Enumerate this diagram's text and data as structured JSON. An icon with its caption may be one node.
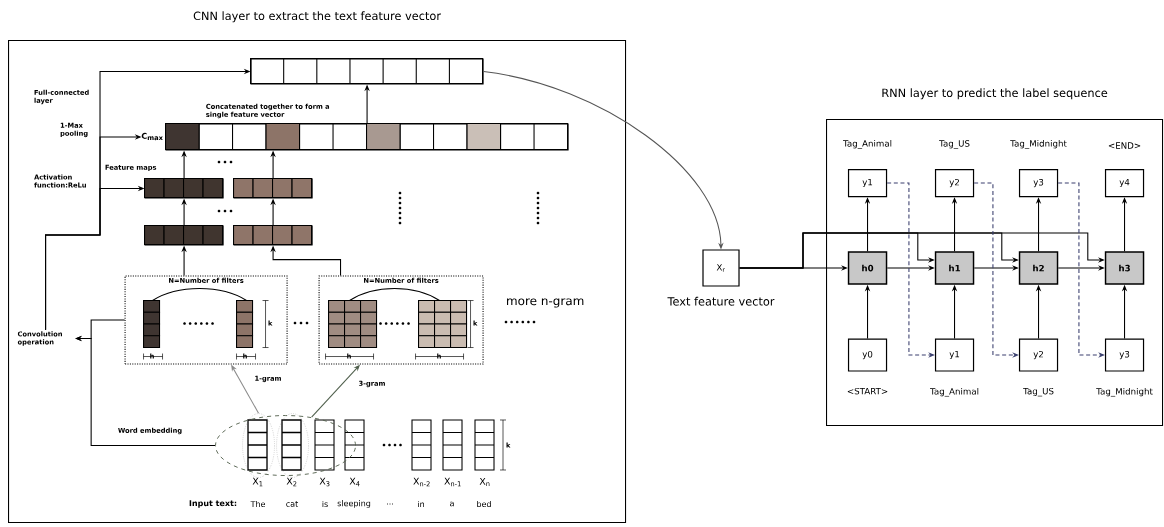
{
  "diagram": {
    "nodes": [
      {
        "text": [
          "CNN layer to extract the text feature vector"
        ]
      },
      {
        "text": [],
        "shape": "bar",
        "in": 0
      },
      {
        "text": [],
        "shape": "bar",
        "in": 0,
        "beside": [
          "C$_{max}$",
          "Concatenated together to form a single feature vector"
        ]
      },
      {
        "text": [],
        "shape": "bar",
        "in": 0
      },
      {
        "text": [],
        "shape": "bar",
        "in": 0
      },
      {
        "text": [],
        "shape": "bar",
        "in": 0
      },
      {
        "text": [],
        "shape": "bar",
        "in": 0
      },
      {
        "text": [
          "N=Number of filters"
        ],
        "in": 0
      },
      {
        "text": [
          "N=Number of filters"
        ],
        "in": 0
      },
      {
        "text": [],
        "shape": "ellipse",
        "in": 10
      },
      {
        "text": [],
        "shape": "ellipse",
        "in": 0
      },
      {
        "text": [
          "Convolution operation"
        ],
        "in": 0
      },
      {
        "text": [
          "X$_{r}$"
        ],
        "beside": [
          "Text feature vector"
        ]
      },
      {
        "text": [
          "RNN layer to predict the label sequence"
        ]
      },
      {
        "text": [
          "y1"
        ],
        "in": 13,
        "beside": [
          "Tag_Animal"
        ]
      },
      {
        "text": [
          "y2"
        ],
        "in": 13,
        "beside": [
          "Tag_US"
        ]
      },
      {
        "text": [
          "y3"
        ],
        "in": 13,
        "beside": [
          "Tag_Midnight"
        ]
      },
      {
        "text": [
          "y4"
        ],
        "in": 13,
        "beside": [
          "<END>"
        ]
      },
      {
        "text": [
          "h0"
        ],
        "in": 13
      },
      {
        "text": [
          "h1"
        ],
        "in": 13
      },
      {
        "text": [
          "h2"
        ],
        "in": 13
      },
      {
        "text": [
          "h3"
        ],
        "in": 13
      },
      {
        "text": [
          "y0"
        ],
        "in": 13,
        "beside": [
          "<START>"
        ]
      },
      {
        "text": [
          "y1"
        ],
        "in": 13,
        "beside": [
          "Tag_Animal"
        ]
      },
      {
        "text": [
          "y2"
        ],
        "in": 13,
        "beside": [
          "Tag_US"
        ]
      },
      {
        "text": [
          "y3"
        ],
        "in": 13,
        "beside": [
          "Tag_Midnight"
        ]
      },
      {
        "text": [],
        "shape": "ellipse",
        "in": 10
      }
    ],
    "edges": [
      {
        "from": 9,
        "to": 7,
        "arrow": "to",
        "label": "1-gram",
        "color": "#8a8a8a"
      },
      {
        "from": 10,
        "to": 8,
        "arrow": "to",
        "label": "3-gram",
        "color": "#4f5f4c"
      },
      {
        "from": 7,
        "to": 5,
        "arrow": "to"
      },
      {
        "from": 8,
        "to": 6,
        "arrow": "to"
      },
      {
        "from": 5,
        "to": 3,
        "arrow": "to"
      },
      {
        "from": 6,
        "to": 4,
        "arrow": "to"
      },
      {
        "from": 3,
        "to": 2,
        "arrow": "to"
      },
      {
        "from": 4,
        "to": 2,
        "arrow": "to"
      },
      {
        "from": 2,
        "to": 1,
        "arrow": "to"
      },
      {
        "from": 10,
        "to": 11,
        "arrow": "to",
        "label": "Word embedding"
      },
      {
        "from": 7,
        "to": 11,
        "arrow": "to"
      },
      {
        "from": 11,
        "to": 3,
        "arrow": "to"
      },
      {
        "from": 11,
        "to": 2,
        "arrow": "to"
      },
      {
        "from": 11,
        "to": 1,
        "arrow": "to"
      },
      {
        "from": 1,
        "to": 12,
        "arrow": "to",
        "color": "#555555"
      },
      {
        "from": 12,
        "to": 18,
        "arrow": "to"
      },
      {
        "from": 12,
        "to": 19,
        "arrow": "to"
      },
      {
        "from": 12,
        "to": 20,
        "arrow": "to"
      },
      {
        "from": 12,
        "to": 21,
        "arrow": "to"
      },
      {
        "from": 22,
        "to": 18,
        "arrow": "to"
      },
      {
        "from": 23,
        "to": 19,
        "arrow": "to"
      },
      {
        "from": 24,
        "to": 20,
        "arrow": "to"
      },
      {
        "from": 25,
        "to": 21,
        "arrow": "to"
      },
      {
        "from": 18,
        "to": 14,
        "arrow": "to"
      },
      {
        "from": 19,
        "to": 15,
        "arrow": "to"
      },
      {
        "from": 20,
        "to": 16,
        "arrow": "to"
      },
      {
        "from": 21,
        "to": 17,
        "arrow": "to"
      },
      {
        "from": 18,
        "to": 19,
        "arrow": "to"
      },
      {
        "from": 19,
        "to": 20,
        "arrow": "to"
      },
      {
        "from": 20,
        "to": 21,
        "arrow": "to"
      },
      {
        "from": 14,
        "to": 23,
        "arrow": "to",
        "style": "dashed",
        "color": "#3a3f6e"
      },
      {
        "from": 15,
        "to": 24,
        "arrow": "to",
        "style": "dashed",
        "color": "#3a3f6e"
      },
      {
        "from": 16,
        "to": 25,
        "arrow": "to",
        "style": "dashed",
        "color": "#3a3f6e"
      }
    ],
    "labels": [
      "Full-connected layer",
      "1-Max pooling",
      "Feature maps",
      "Activation function:ReLu",
      "k",
      "h",
      "h",
      "k",
      "h",
      "h",
      "more n-gram",
      "X$_{1}$",
      "X$_{2}$",
      "X$_{3}$",
      "X$_{4}$",
      "X$_{n-2}$",
      "X$_{n-1}$",
      "X$_{n}$",
      "k",
      "Input text:",
      "The",
      "cat",
      "is",
      "sleeping",
      "...",
      "in",
      "a",
      "bed"
    ]
  }
}
